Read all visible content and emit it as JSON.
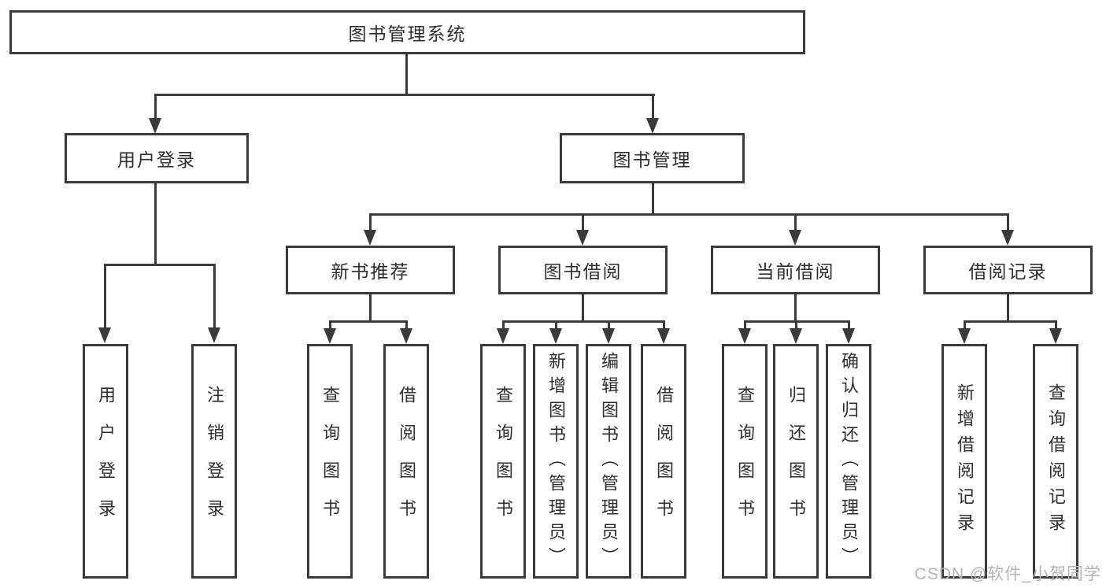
{
  "diagram": {
    "title": "图书管理系统",
    "nodes": {
      "root": {
        "label": "图书管理系统"
      },
      "branches": [
        {
          "label": "用户登录",
          "children": [
            {
              "label": "用户登录"
            },
            {
              "label": "注销登录"
            }
          ]
        },
        {
          "label": "图书管理",
          "children": [
            {
              "label": "新书推荐",
              "children": [
                {
                  "label": "查询图书"
                },
                {
                  "label": "借阅图书"
                }
              ]
            },
            {
              "label": "图书借阅",
              "children": [
                {
                  "label": "查询图书"
                },
                {
                  "label": "新增图书（管理员）"
                },
                {
                  "label": "编辑图书（管理员）"
                },
                {
                  "label": "借阅图书"
                }
              ]
            },
            {
              "label": "当前借阅",
              "children": [
                {
                  "label": "查询图书"
                },
                {
                  "label": "归还图书"
                },
                {
                  "label": "确认归还（管理员）"
                }
              ]
            },
            {
              "label": "借阅记录",
              "children": [
                {
                  "label": "新增借阅记录"
                },
                {
                  "label": "查询借阅记录"
                }
              ]
            }
          ]
        }
      ]
    },
    "colors": {
      "line_color": "#3a3a3a",
      "text_color": "#2e2e2e",
      "watermark_color": "#b5b5b5",
      "background": "#ffffff"
    },
    "watermark": "CSDN @软件_小贺同学"
  }
}
